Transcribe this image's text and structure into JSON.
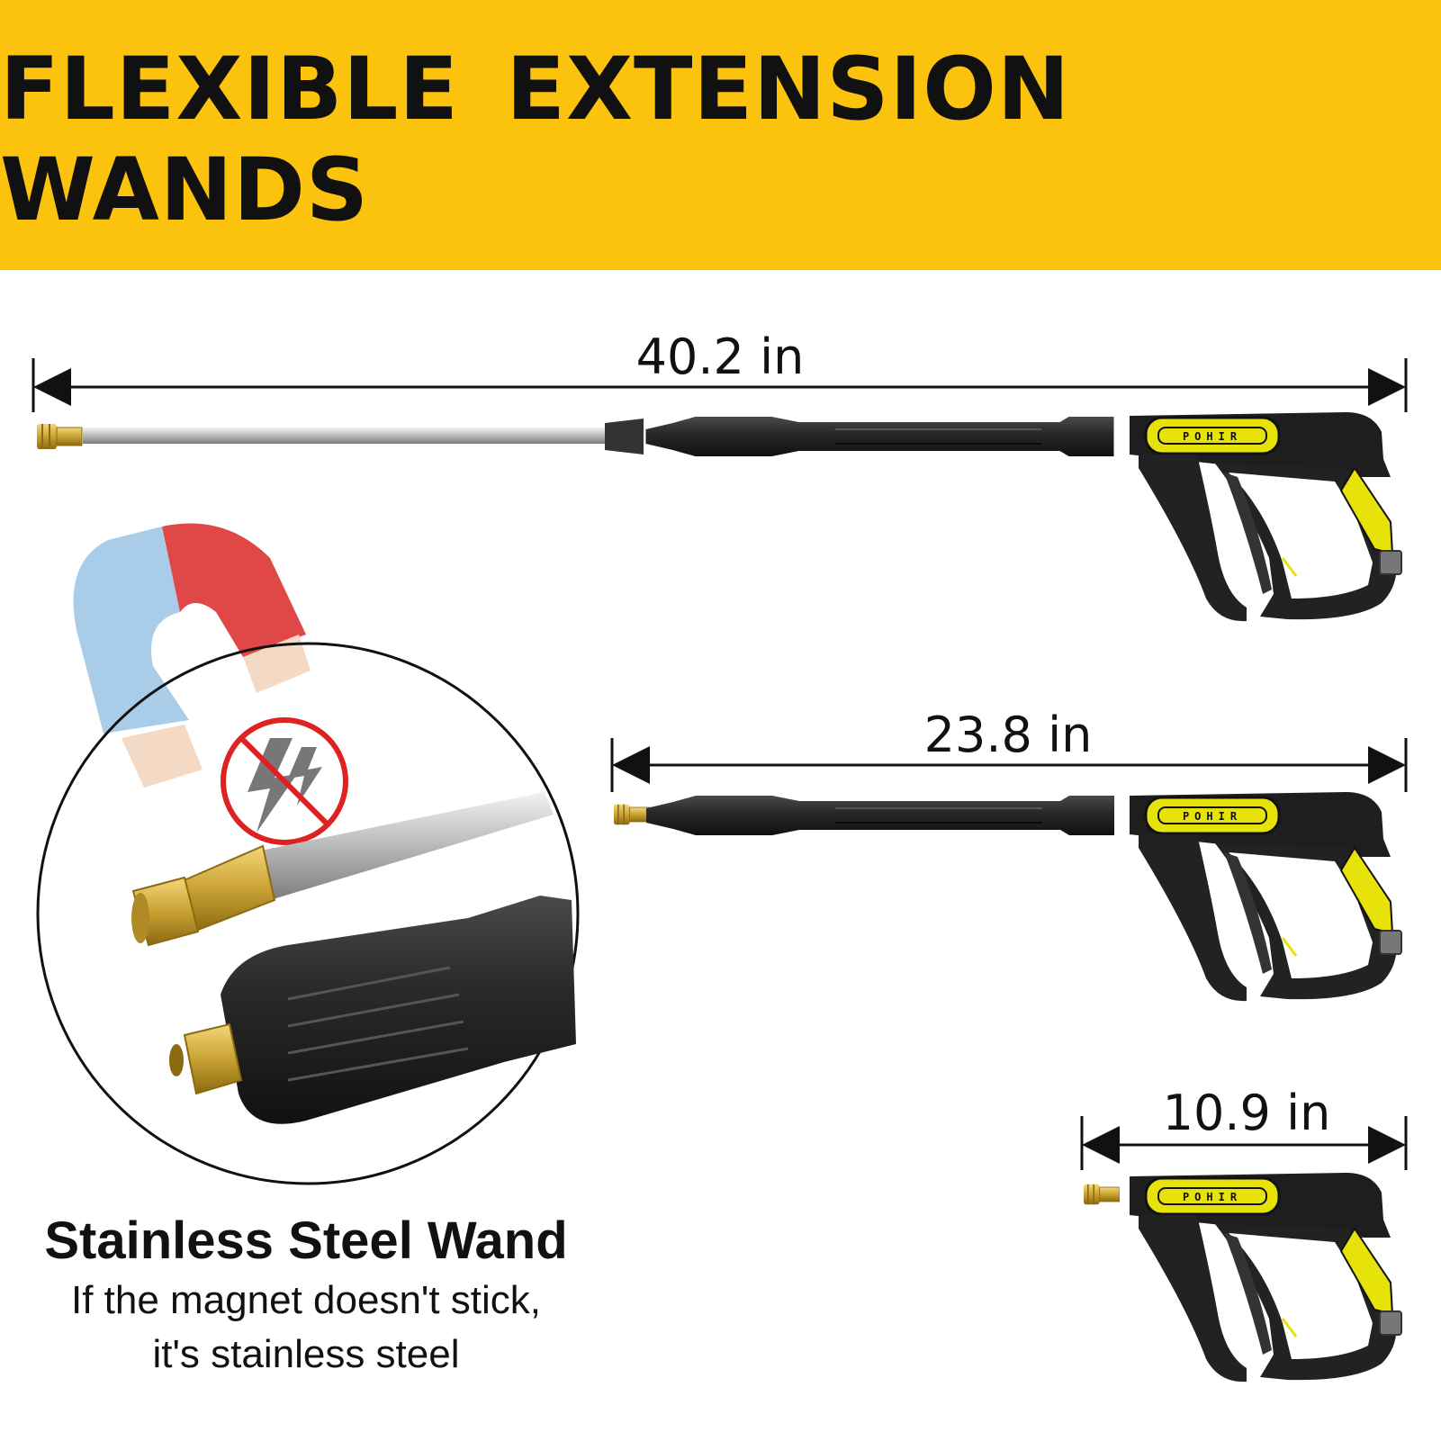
{
  "banner": {
    "title": "FLEXIBLE EXTENSION WANDS",
    "color": "#fcc30e"
  },
  "measurements": [
    {
      "label": "40.2 in"
    },
    {
      "label": "23.8 in"
    },
    {
      "label": "10.9 in"
    }
  ],
  "feature": {
    "title": "Stainless Steel Wand",
    "line1": "If the magnet doesn't stick,",
    "line2": "it's stainless steel"
  },
  "brand": {
    "logo_text": "POHIR"
  },
  "colors": {
    "gun_accent": "#e6e20a",
    "gun_body": "#222222",
    "brass": "#c9a233",
    "magnet_red": "#e04848",
    "magnet_blue": "#a9cde8"
  }
}
